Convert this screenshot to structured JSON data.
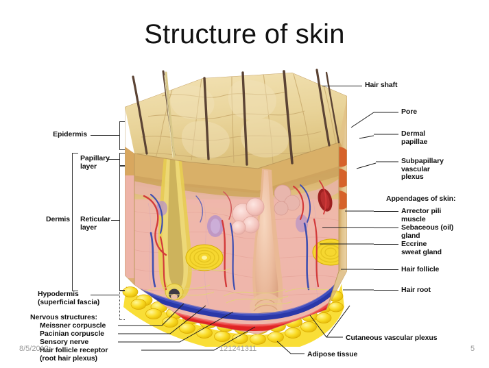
{
  "slide": {
    "title": "Structure of skin",
    "background_color": "#ffffff",
    "footer": {
      "date": "8/5/2012",
      "center_number": "121241311",
      "page_number": "5"
    }
  },
  "diagram": {
    "name": "skin-cross-section-illustration",
    "colors": {
      "epidermis_surface": "#e3c98c",
      "epidermis_body": "#d9b46a",
      "dermis": "#f0b9ae",
      "hypodermis_fat": "#f6d316",
      "artery_red": "#e02424",
      "vein_blue": "#2a38a8",
      "hair_shaft": "#5b4334",
      "follicle_yellow": "#e8cf4e",
      "label_text": "#101010",
      "leader_line": "#1b1b1b"
    },
    "left_labels": [
      {
        "id": "epidermis",
        "text": "Epidermis"
      },
      {
        "id": "papillary-layer",
        "text": "Papillary\nlayer"
      },
      {
        "id": "dermis",
        "text": "Dermis"
      },
      {
        "id": "reticular-layer",
        "text": "Reticular\nlayer"
      },
      {
        "id": "hypodermis",
        "text": "Hypodermis\n(superficial fascia)"
      },
      {
        "id": "nervous-structures-heading",
        "text": "Nervous structures:"
      },
      {
        "id": "meissner-corpuscle",
        "text": "Meissner corpuscle"
      },
      {
        "id": "pacinian-corpuscle",
        "text": "Pacinian corpuscle"
      },
      {
        "id": "sensory-nerve",
        "text": "Sensory nerve"
      },
      {
        "id": "hair-follicle-receptor",
        "text": "Hair follicle receptor\n(root hair plexus)"
      }
    ],
    "right_labels": [
      {
        "id": "hair-shaft",
        "text": "Hair shaft"
      },
      {
        "id": "pore",
        "text": "Pore"
      },
      {
        "id": "dermal-papillae",
        "text": "Dermal\npapillae"
      },
      {
        "id": "subpapillary-vascular-plexus",
        "text": "Subpapillary\nvascular\nplexus"
      },
      {
        "id": "appendages-heading",
        "text": "Appendages of skin:"
      },
      {
        "id": "arrector-pili-muscle",
        "text": "Arrector pili\nmuscle"
      },
      {
        "id": "sebaceous-gland",
        "text": "Sebaceous (oil)\ngland"
      },
      {
        "id": "eccrine-sweat-gland",
        "text": "Eccrine\nsweat gland"
      },
      {
        "id": "hair-follicle",
        "text": "Hair follicle"
      },
      {
        "id": "hair-root",
        "text": "Hair root"
      }
    ],
    "bottom_labels": [
      {
        "id": "cutaneous-vascular-plexus",
        "text": "Cutaneous vascular plexus"
      },
      {
        "id": "adipose-tissue",
        "text": "Adipose tissue"
      }
    ]
  }
}
